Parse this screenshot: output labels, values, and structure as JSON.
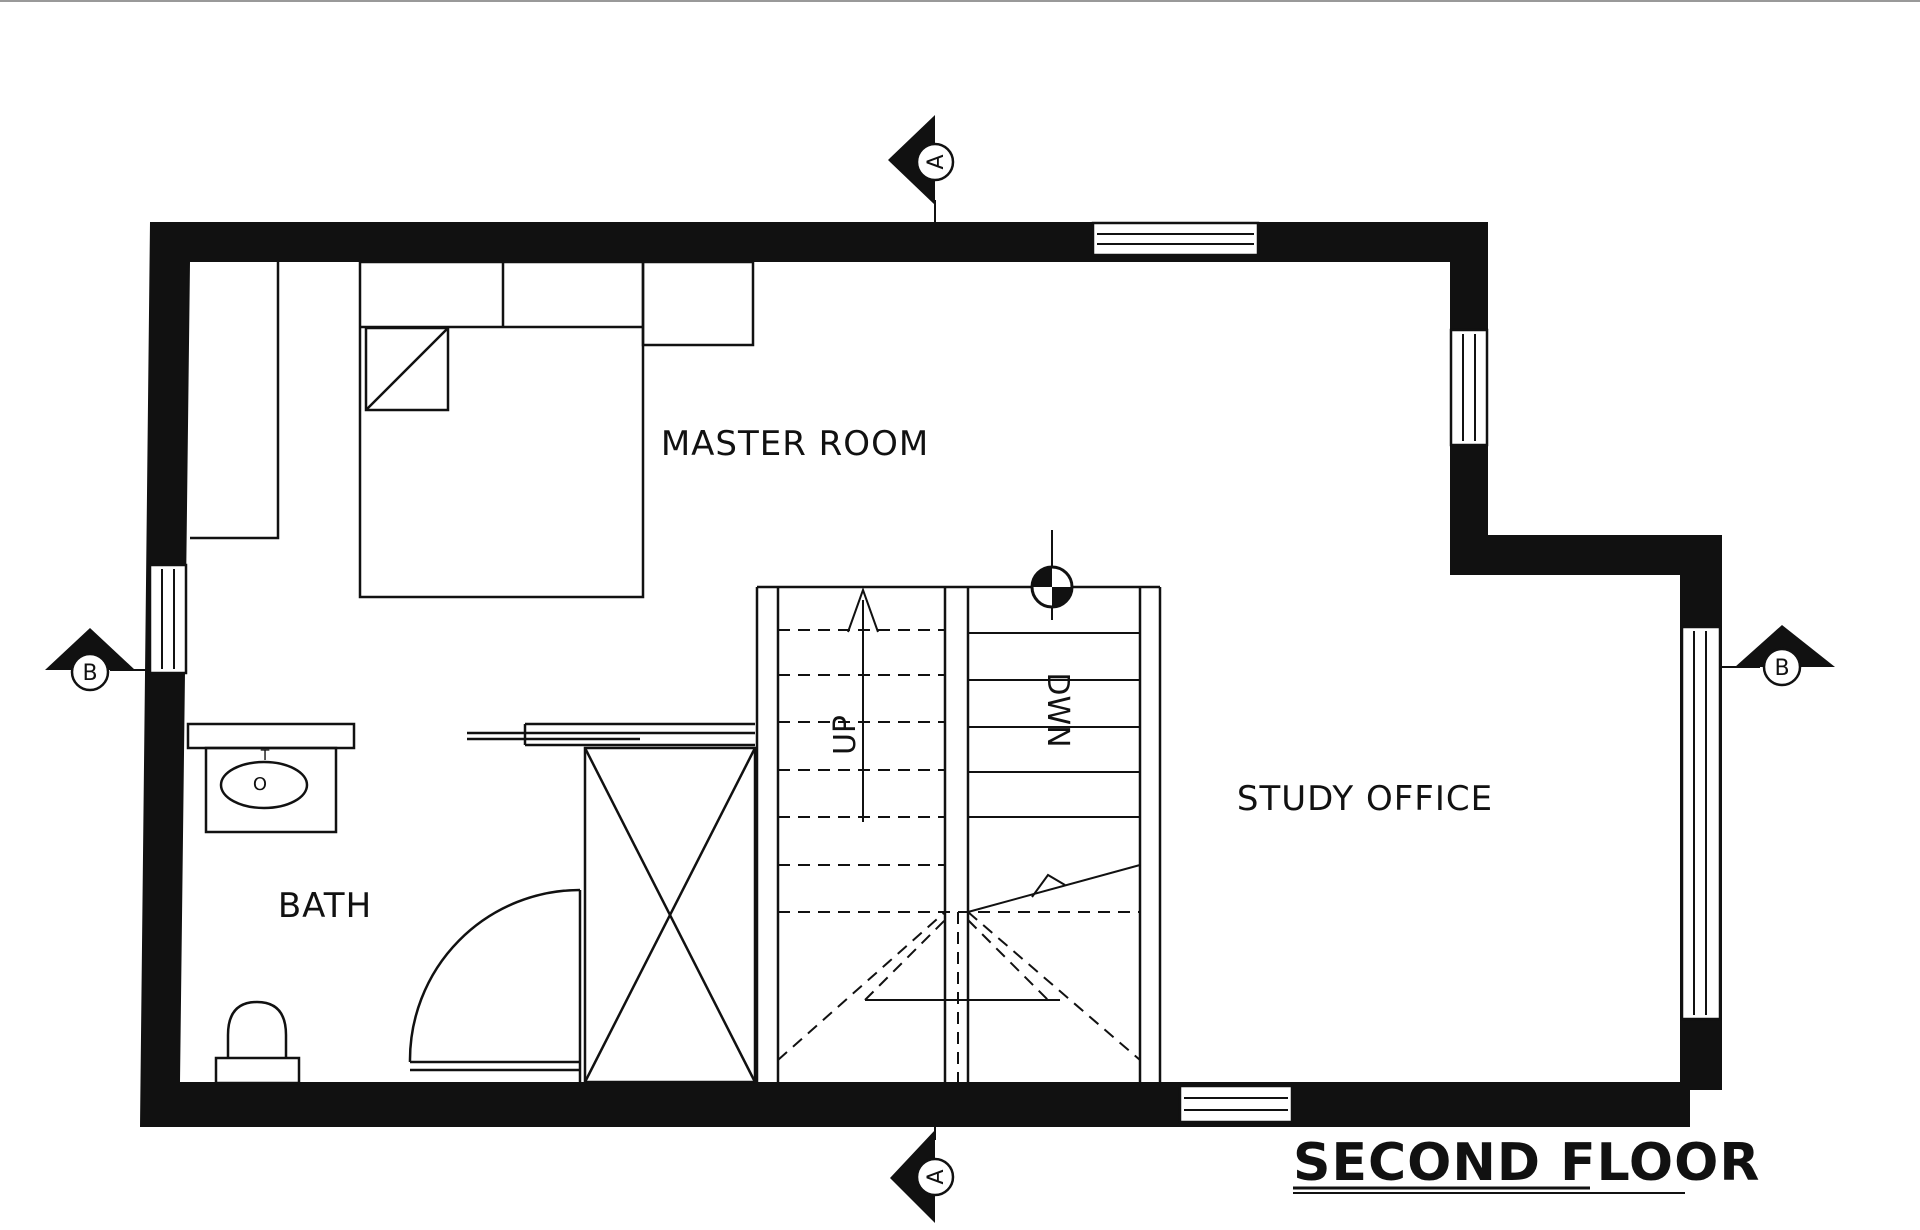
{
  "drawing": {
    "title": "SECOND FLOOR",
    "rooms": {
      "master": "MASTER ROOM",
      "study": "STUDY OFFICE",
      "bath": "BATH"
    },
    "stairs": {
      "up": "UP",
      "down": "DWN"
    },
    "section_markers": {
      "top": "A",
      "bottom": "A",
      "left": "B",
      "right": "B"
    },
    "fixtures": {
      "toilet_mark": "T",
      "sink_mark": "O"
    }
  }
}
